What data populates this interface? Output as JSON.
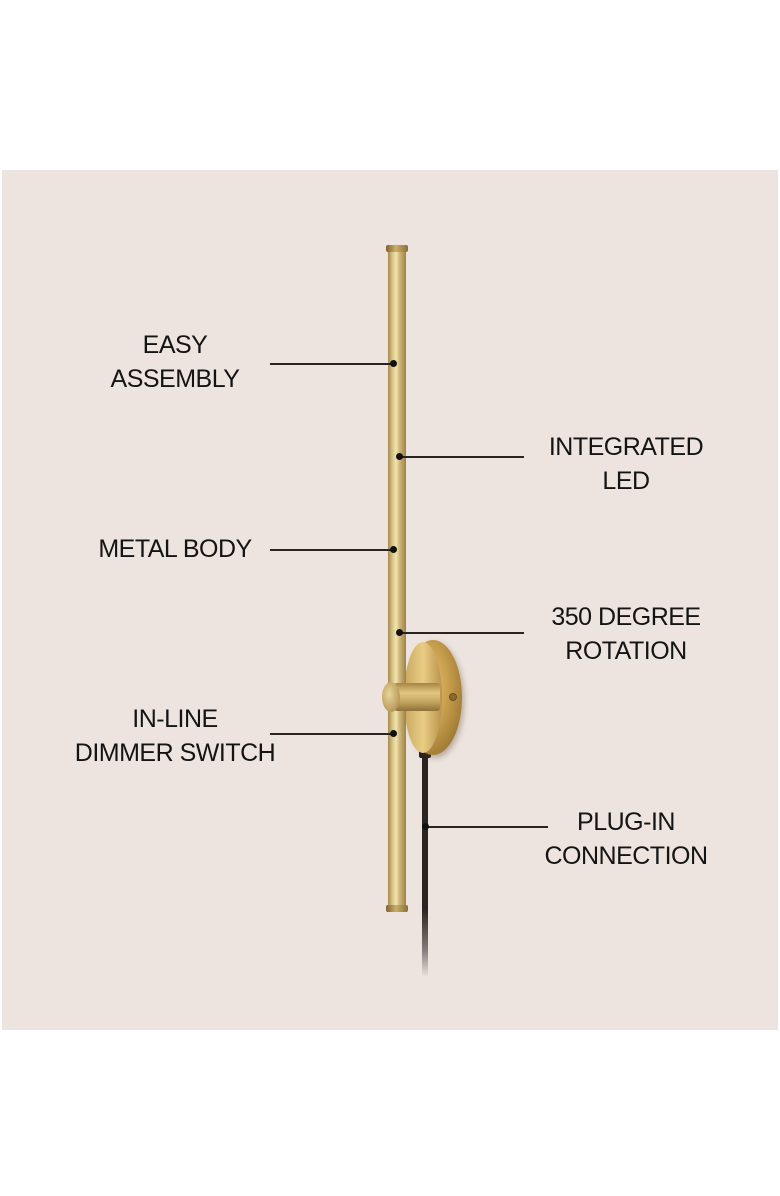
{
  "panel": {
    "background_color": "#ede4df",
    "page_background_color": "#ffffff"
  },
  "product": {
    "name": "plug-in wall sconce with rotating LED rod",
    "finish_color": "#d2b06a",
    "cord_color": "#2c2420"
  },
  "callouts": [
    {
      "id": "easy-assembly",
      "side": "left",
      "lines": [
        "EASY",
        "ASSEMBLY"
      ]
    },
    {
      "id": "integrated-led",
      "side": "right",
      "lines": [
        "INTEGRATED",
        "LED"
      ]
    },
    {
      "id": "metal-body",
      "side": "left",
      "lines": [
        "METAL BODY"
      ]
    },
    {
      "id": "350-degree-rotation",
      "side": "right",
      "lines": [
        "350 DEGREE",
        "ROTATION"
      ]
    },
    {
      "id": "in-line-dimmer-switch",
      "side": "left",
      "lines": [
        "IN-LINE",
        "DIMMER SWITCH"
      ]
    },
    {
      "id": "plug-in-connection",
      "side": "right",
      "lines": [
        "PLUG-IN",
        "CONNECTION"
      ]
    }
  ]
}
